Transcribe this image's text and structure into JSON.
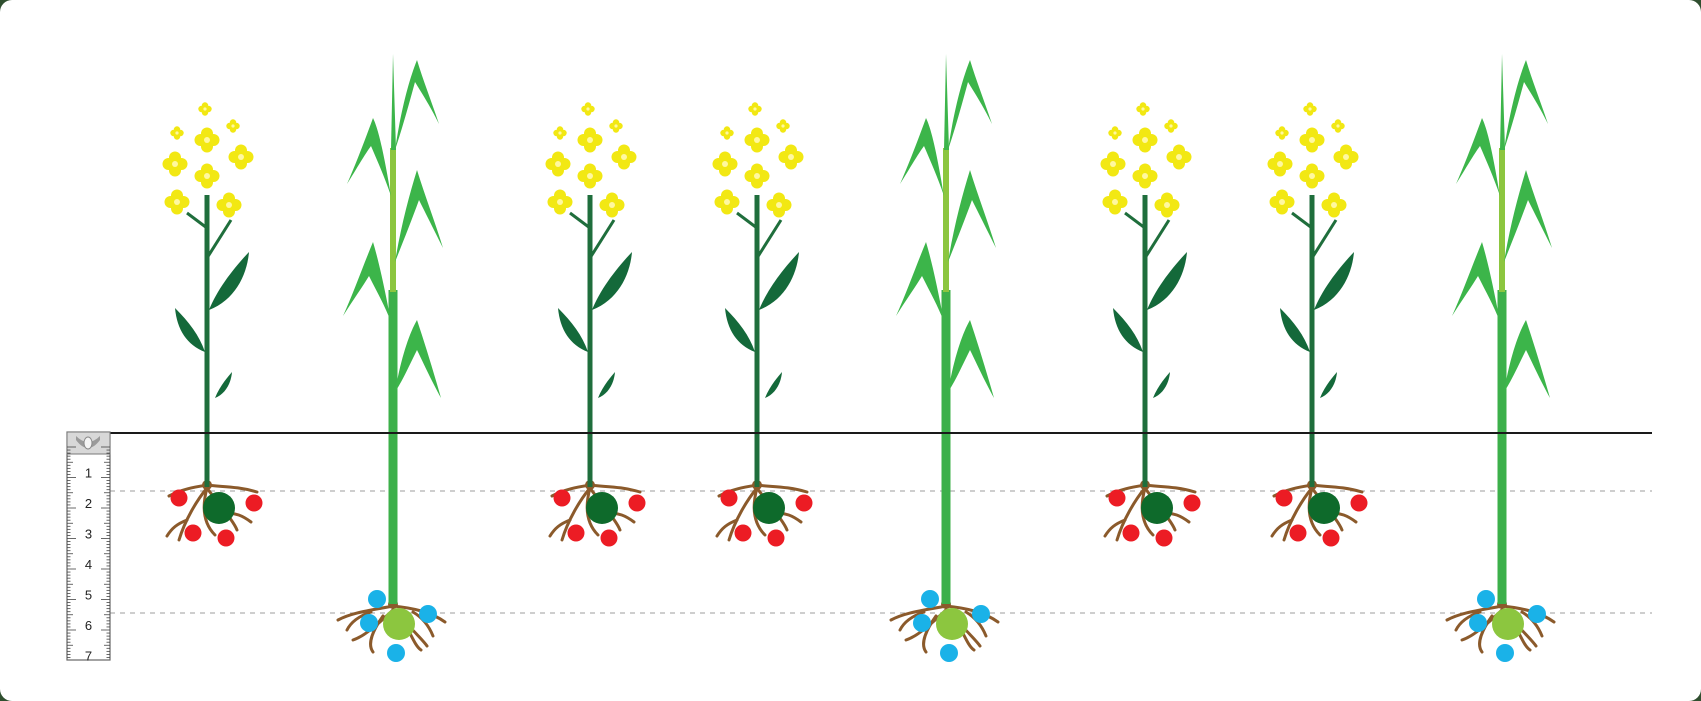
{
  "ruler": {
    "labels": [
      "1",
      "2",
      "3",
      "4",
      "5",
      "6",
      "7"
    ]
  },
  "colors": {
    "background": "#ffffff",
    "soil_line": "#1a1a1a",
    "depth_guide": "#b0b0b0",
    "canola_stem": "#1f6e3c",
    "canola_leaf": "#14693a",
    "canola_flower": "#f2e813",
    "canola_flower_center": "#e9de10",
    "canola_nodule": "#0e6a2b",
    "maize_stem": "#3cb04a",
    "maize_leaf": "#3cb54a",
    "maize_upper_stem": "#8cc63f",
    "maize_nodule": "#8cc63f",
    "root": "#8b5a2b",
    "red_dot": "#ec1c24",
    "blue_dot": "#1ab2e8"
  },
  "plants": [
    {
      "type": "canola"
    },
    {
      "type": "maize"
    },
    {
      "type": "canola"
    },
    {
      "type": "canola"
    },
    {
      "type": "maize"
    },
    {
      "type": "canola"
    },
    {
      "type": "canola"
    },
    {
      "type": "maize"
    }
  ],
  "icons": [
    "ruler-icon",
    "canola-plant-icon",
    "maize-plant-icon",
    "root-system-icon"
  ]
}
